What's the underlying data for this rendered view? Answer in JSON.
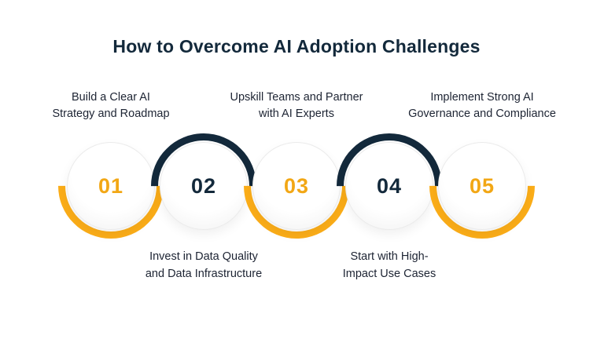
{
  "title": "How to Overcome AI Adoption Challenges",
  "colors": {
    "accent_yellow": "#FBAD18",
    "accent_navy": "#13293B",
    "label_text": "#1D2433",
    "background": "#FFFFFF"
  },
  "steps": [
    {
      "number": "01",
      "accent": "yellow",
      "label_position": "top",
      "lines": [
        "Build a Clear AI",
        "Strategy and Roadmap"
      ]
    },
    {
      "number": "02",
      "accent": "navy",
      "label_position": "bottom",
      "lines": [
        "Invest in Data Quality",
        "and Data Infrastructure"
      ]
    },
    {
      "number": "03",
      "accent": "yellow",
      "label_position": "top",
      "lines": [
        "Upskill Teams and Partner",
        "with AI Experts"
      ]
    },
    {
      "number": "04",
      "accent": "navy",
      "label_position": "bottom",
      "lines": [
        "Start with High-",
        "Impact Use Cases"
      ]
    },
    {
      "number": "05",
      "accent": "yellow",
      "label_position": "top",
      "lines": [
        "Implement Strong AI",
        "Governance and Compliance"
      ]
    }
  ]
}
